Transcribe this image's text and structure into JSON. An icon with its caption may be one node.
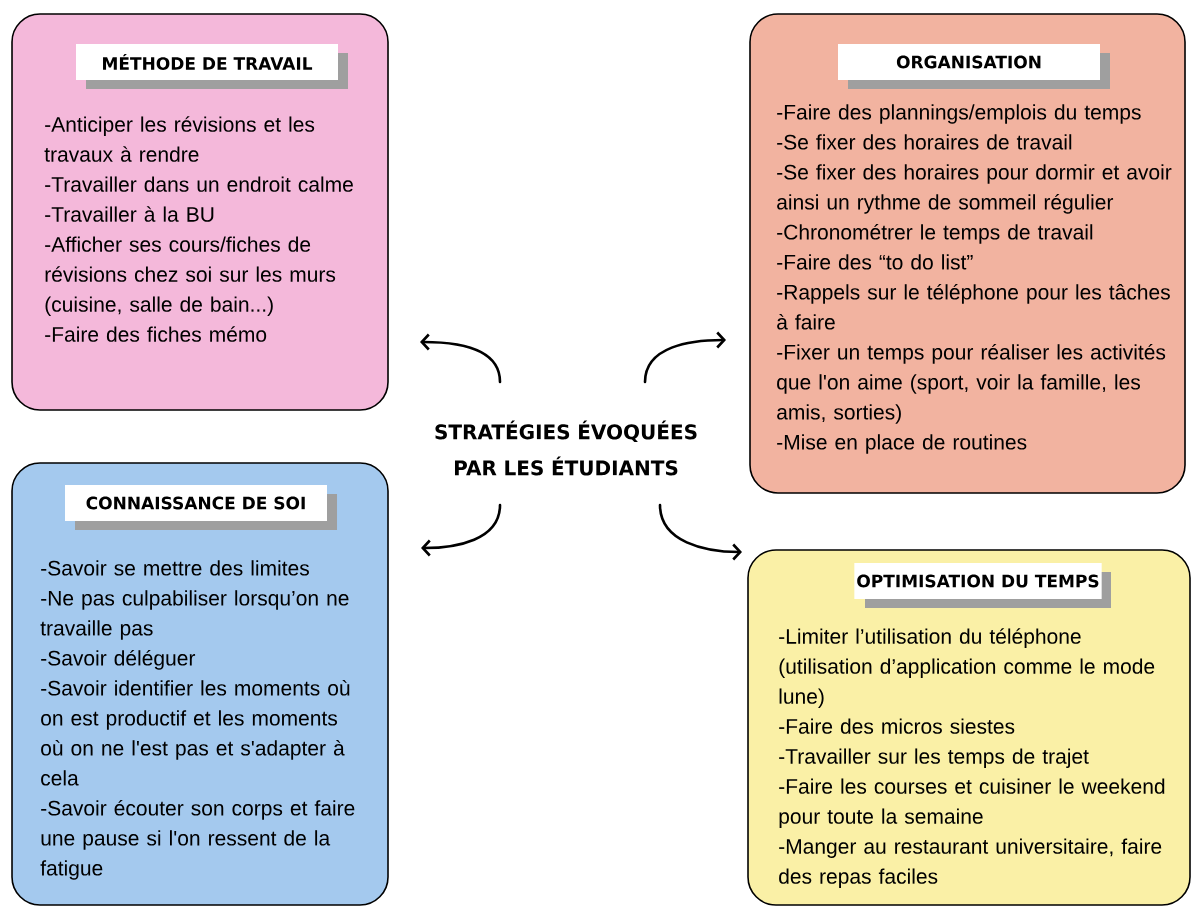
{
  "diagram": {
    "nodes": [
      {
        "text": [
          "STRATÉGIES ÉVOQUÉES PAR LES ÉTUDIANTS"
        ]
      },
      {
        "text": [
          "MÉTHODE DE TRAVAIL",
          "-Anticiper les révisions et les travaux à rendre",
          "-Travailler dans un endroit calme",
          "-Travailler à la BU",
          "-Afficher ses cours/fiches de révisions chez soi sur les murs (cuisine, salle de bain...)",
          "-Faire des fiches mémo"
        ]
      },
      {
        "text": [
          "ORGANISATION",
          "-Faire des plannings/emplois du temps",
          "-Se fixer des horaires de travail",
          "-Se fixer des horaires pour dormir et avoir ainsi un rythme de sommeil régulier",
          "-Chronométrer le temps de travail",
          "-Faire des “to do list”",
          "-Rappels sur le téléphone pour les tâches à faire",
          "-Fixer un temps pour réaliser les activités que l'on aime (sport, voir la famille, les amis, sorties)",
          "-Mise en place de routines"
        ]
      },
      {
        "text": [
          "CONNAISSANCE DE SOI",
          "-Savoir se mettre des limites",
          "-Ne pas culpabiliser lorsqu’on ne travaille pas",
          "-Savoir déléguer",
          "-Savoir identifier les moments où on est productif et les moments où on ne l'est pas et s'adapter à cela",
          "-Savoir écouter son corps et faire une pause si l'on ressent de la fatigue"
        ]
      },
      {
        "text": [
          "OPTIMISATION DU TEMPS",
          "-Limiter l’utilisation du téléphone (utilisation d’application comme le mode lune)",
          "-Faire des micros siestes",
          "-Travailler sur les temps de trajet",
          "-Faire les courses et cuisiner le weekend pour toute la semaine",
          "-Manger au restaurant universitaire, faire des repas faciles"
        ]
      }
    ],
    "edges": [
      {
        "from": 0,
        "to": 1,
        "arrow": "to"
      },
      {
        "from": 0,
        "to": 2,
        "arrow": "to"
      },
      {
        "from": 0,
        "to": 3,
        "arrow": "to"
      },
      {
        "from": 0,
        "to": 4,
        "arrow": "to"
      }
    ]
  }
}
